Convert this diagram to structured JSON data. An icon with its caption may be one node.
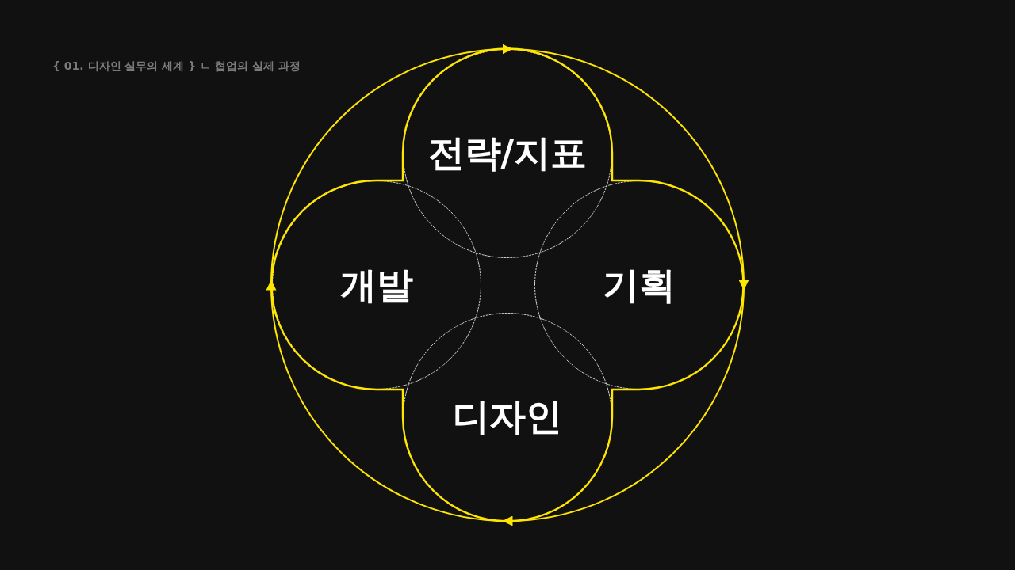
{
  "diagram": {
    "title": "{ 01. 디자인 실무의 세계 } ㄴ 협업의 실제 과정",
    "nodes": [
      {
        "text": [
          "전략/지표"
        ]
      },
      {
        "text": [
          "개발"
        ]
      },
      {
        "text": [
          "기획"
        ]
      },
      {
        "text": [
          "디자인"
        ]
      }
    ],
    "edges": [
      {
        "from": 1,
        "to": 0,
        "arrow": "to"
      },
      {
        "from": 0,
        "to": 2,
        "arrow": "to"
      },
      {
        "from": 2,
        "to": 3,
        "arrow": "to"
      },
      {
        "from": 3,
        "to": 1,
        "arrow": "to"
      }
    ]
  }
}
